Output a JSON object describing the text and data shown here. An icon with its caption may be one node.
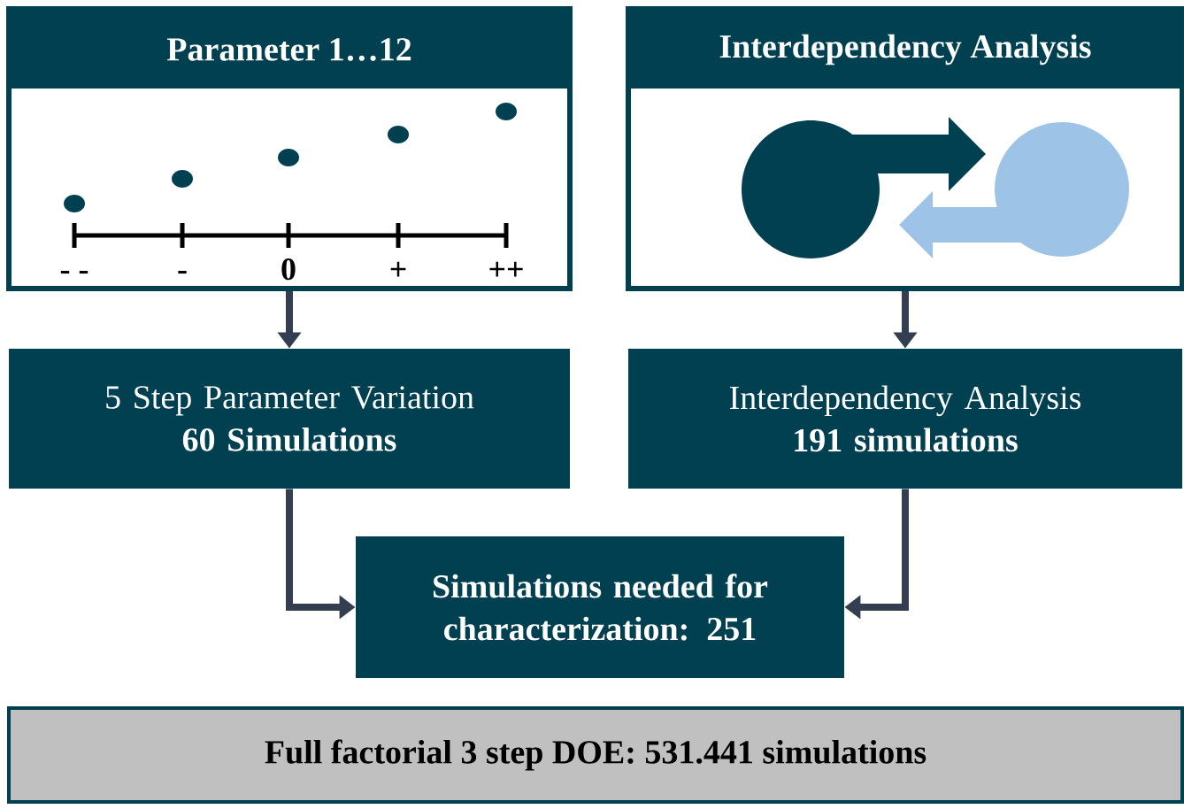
{
  "diagram": {
    "nodes": [
      {
        "text": [
          "Parameter 1…12"
        ]
      },
      {
        "text": [
          "Interdependency Analysis"
        ]
      },
      {
        "text": [
          "5 Step Parameter Variation",
          "60 Simulations"
        ]
      },
      {
        "text": [
          "Interdependency Analysis",
          "191 simulations"
        ]
      },
      {
        "text": [
          "Simulations needed for characterization: 251"
        ]
      },
      {
        "text": [
          "Full factorial 3 step DOE: 531.441 simulations"
        ]
      }
    ],
    "edges": [
      {
        "from": 0,
        "to": 2,
        "arrow": "to"
      },
      {
        "from": 1,
        "to": 3,
        "arrow": "to"
      },
      {
        "from": 2,
        "to": 4,
        "arrow": "to"
      },
      {
        "from": 3,
        "to": 4,
        "arrow": "to"
      }
    ],
    "labels": [
      "- -",
      "-",
      "0",
      "+",
      "++"
    ]
  }
}
